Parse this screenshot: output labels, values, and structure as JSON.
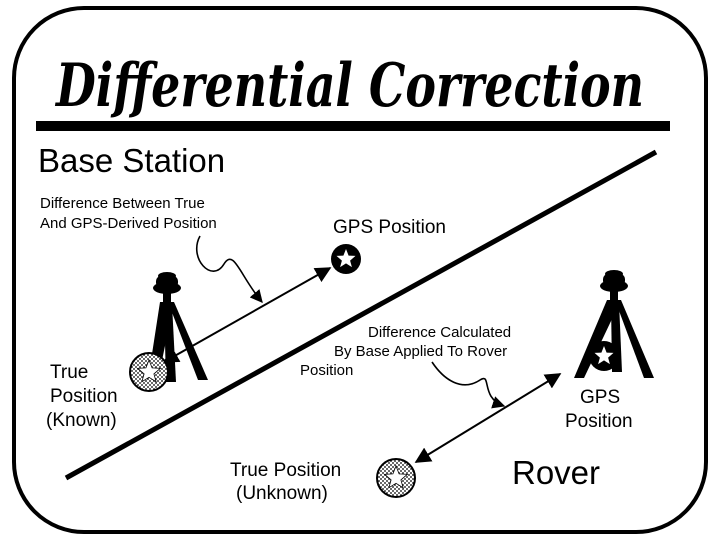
{
  "title": "Differential Correction",
  "base_station": {
    "heading": "Base Station",
    "difference_label": [
      "Difference Between True",
      "And GPS-Derived Position"
    ],
    "gps_position_label": "GPS Position",
    "true_position_label": [
      "True",
      "Position",
      "(Known)"
    ]
  },
  "rover": {
    "heading": "Rover",
    "difference_label": [
      "Difference Calculated",
      "By Base Applied To Rover",
      "Position"
    ],
    "gps_position_label": [
      "GPS",
      "Position"
    ],
    "true_position_label": [
      "True Position",
      "(Unknown)"
    ]
  },
  "colors": {
    "ink": "#000000",
    "paper": "#ffffff"
  }
}
